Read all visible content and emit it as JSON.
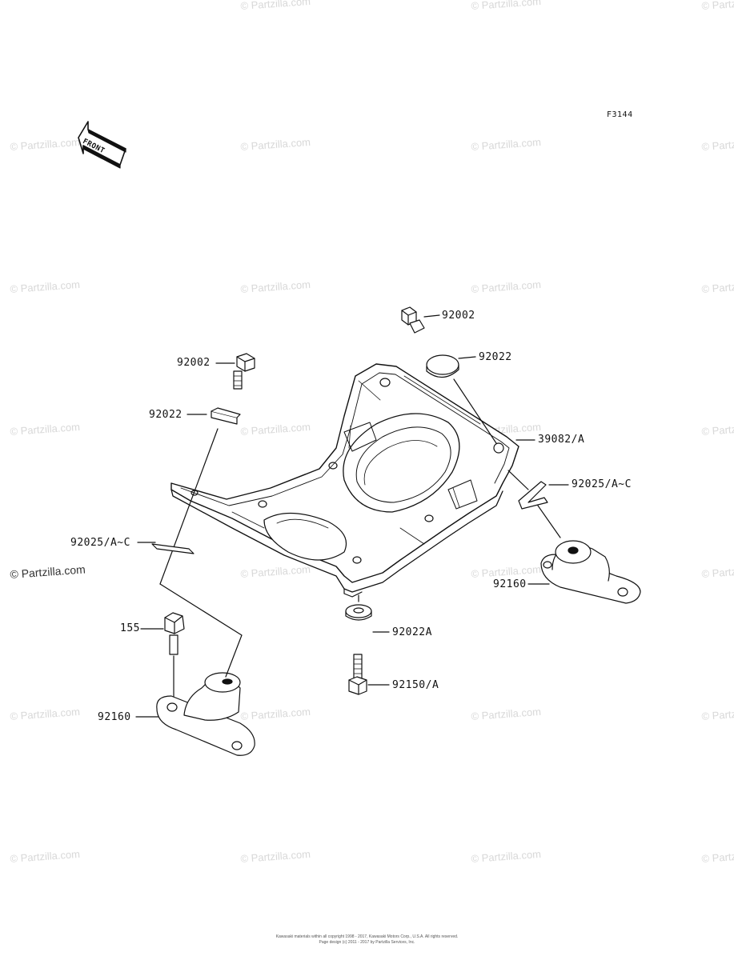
{
  "figure_code": "F3144",
  "front_label": "FRONT",
  "watermark": "© Partzilla.com",
  "labels": {
    "bolt_top_right": "92002",
    "washer_top_right": "92022",
    "bolt_left": "92002",
    "washer_left": "92022",
    "bracket": "39082/A",
    "clip_right": "92025/A~C",
    "clip_left": "92025/A~C",
    "mount_right": "92160",
    "washer_bottom": "92022A",
    "bolt_155": "155",
    "bolt_bottom": "92150/A",
    "mount_left": "92160"
  },
  "footer": {
    "line1": "Kawasaki materials within all copyright 1998 - 2017, Kawasaki Motors Corp., U.S.A. All rights reserved.",
    "line2": "Page design (c) 2011 - 2017 by Partzilla Services, Inc."
  }
}
